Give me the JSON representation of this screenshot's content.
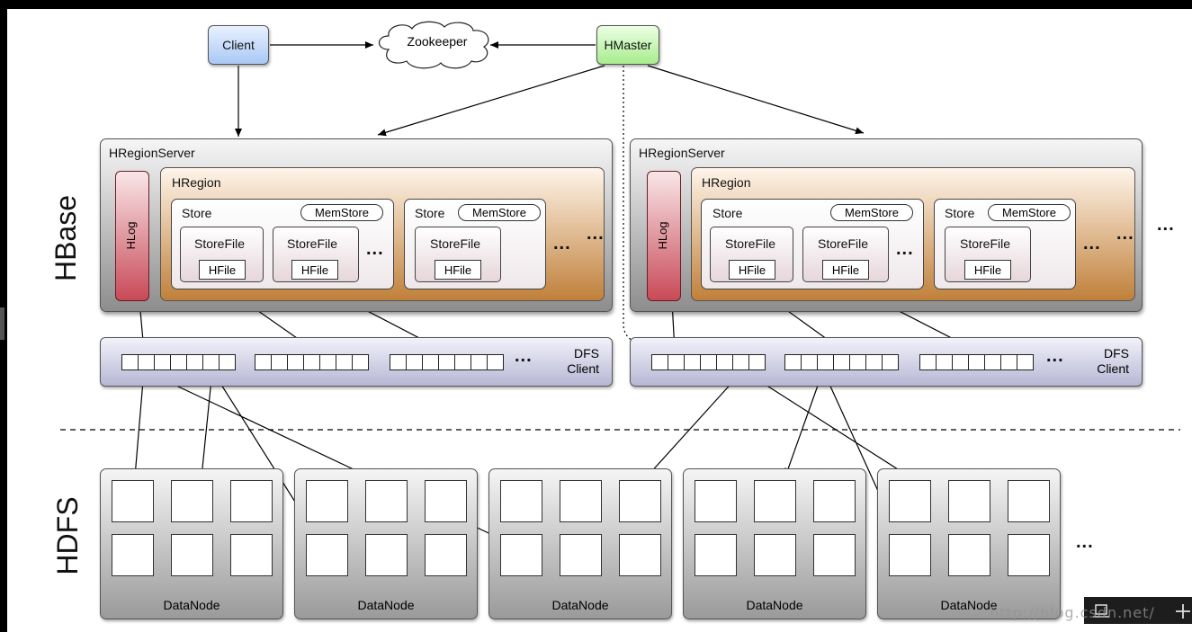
{
  "labels": {
    "client": "Client",
    "zookeeper": "Zookeeper",
    "hmaster": "HMaster",
    "hregionserver": "HRegionServer",
    "hregion": "HRegion",
    "hlog": "HLog",
    "store": "Store",
    "memstore": "MemStore",
    "storefile": "StoreFile",
    "hfile": "HFile",
    "dfs_client_line1": "DFS",
    "dfs_client_line2": "Client",
    "datanode": "DataNode",
    "hbase": "HBase",
    "hdfs": "HDFS",
    "ellipsis": "..."
  },
  "watermark": "http://blog.csdn.net/",
  "colors": {
    "client": "#a9c8f5",
    "hmaster": "#a8ec8c",
    "hlog": "#c84a57",
    "hregion": "#c0803a",
    "dfs_client": "#b7b7d4",
    "datanode": "#9a9a9a"
  }
}
